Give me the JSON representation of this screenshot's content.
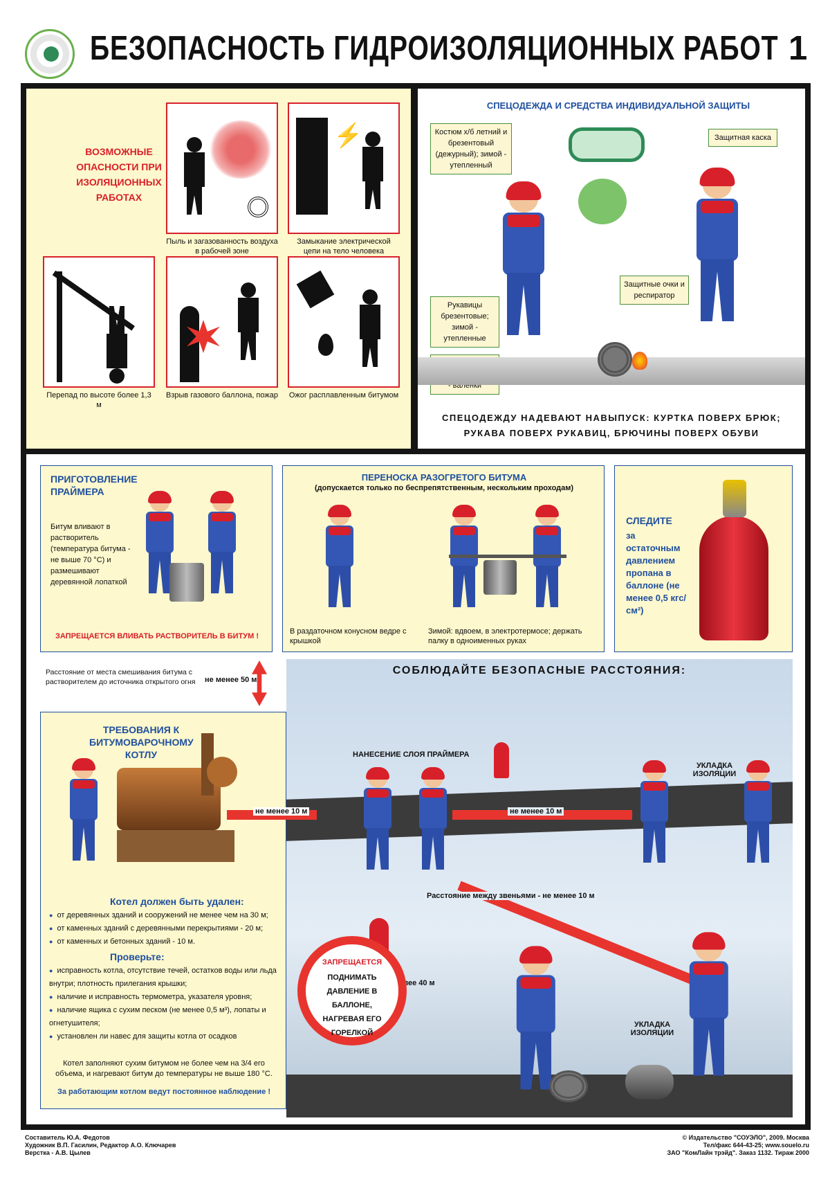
{
  "header": {
    "title": "БЕЗОПАСНОСТЬ ГИДРОИЗОЛЯЦИОННЫХ РАБОТ",
    "page_number": "1",
    "logo_icon": "safety-logo-icon"
  },
  "hazards": {
    "heading": "ВОЗМОЖНЫЕ ОПАСНОСТИ ПРИ ИЗОЛЯЦИОННЫХ РАБОТАХ",
    "items": [
      {
        "caption": "Пыль и загазованность воздуха в рабочей зоне"
      },
      {
        "caption": "Замыкание электрической цепи на тело человека"
      },
      {
        "caption": "Перепад по высоте более 1,3 м"
      },
      {
        "caption": "Взрыв газового баллона, пожар"
      },
      {
        "caption": "Ожог расплавленным битумом"
      }
    ]
  },
  "ppe": {
    "heading": "СПЕЦОДЕЖДА И СРЕДСТВА ИНДИВИДУАЛЬНОЙ ЗАЩИТЫ",
    "labels": {
      "suit": "Костюм х/б летний и брезентовый (дежурный); зимой - утепленный",
      "helmet": "Защитная каска",
      "gloves": "Рукавицы брезентовые; зимой - утепленные",
      "boots": "Сапоги кирзовые; зимой - валенки",
      "goggles": "Защитные очки и респиратор"
    },
    "note_line1": "СПЕЦОДЕЖДУ НАДЕВАЮТ НАВЫПУСК: КУРТКА ПОВЕРХ БРЮК;",
    "note_line2": "РУКАВА ПОВЕРХ РУКАВИЦ, БРЮЧИНЫ ПОВЕРХ ОБУВИ"
  },
  "primer": {
    "heading": "ПРИГОТОВЛЕНИЕ ПРАЙМЕРА",
    "text": "Битум вливают в растворитель (температура битума - не выше 70 °С) и размешивают деревянной лопаткой",
    "warning": "ЗАПРЕЩАЕТСЯ ВЛИВАТЬ РАСТВОРИТЕЛЬ В БИТУМ !"
  },
  "transport": {
    "heading": "ПЕРЕНОСКА РАЗОГРЕТОГО БИТУМА",
    "subheading": "(допускается только по беспрепятственным, нескольким проходам)",
    "caption_left": "В раздаточном конусном ведре с крышкой",
    "caption_right": "Зимой: вдвоем, в электротермосе; держать палку в одноименных руках"
  },
  "pressure": {
    "heading": "СЛЕДИТЕ",
    "text": "за остаточным давлением пропана в баллоне (не менее 0,5 кгс/см²)"
  },
  "distance_note": {
    "text": "Расстояние от места смешивания битума с растворителем до источника открытого огня",
    "value": "не менее 50 м"
  },
  "boiler": {
    "heading": "ТРЕБОВАНИЯ К БИТУМОВАРОЧНОМУ КОТЛУ",
    "remove_heading": "Котел должен быть удален:",
    "remove_items": [
      "от деревянных зданий и сооружений не менее чем на 30 м;",
      "от каменных зданий с деревянными перекрытиями - 20 м;",
      "от каменных и бетонных зданий - 10 м."
    ],
    "check_heading": "Проверьте:",
    "check_items": [
      "исправность котла, отсутствие течей, остатков воды или льда внутри; плотность прилегания крышки;",
      "наличие и исправность термометра, указателя уровня;",
      "наличие ящика с сухим песком (не менее 0,5 м³), лопаты и огнетушителя;",
      "установлен ли навес для защиты котла от осадков"
    ],
    "fill_note": "Котел заполняют сухим битумом не более чем на 3/4 его объема, и нагревают битум до температуры не выше 180 °С.",
    "watch_note": "За работающим котлом ведут постоянное наблюдение !"
  },
  "distances": {
    "heading": "СОБЛЮДАЙТЕ БЕЗОПАСНЫЕ РАССТОЯНИЯ:",
    "primer_label": "НАНЕСЕНИЕ СЛОЯ ПРАЙМЕРА",
    "laying_label": "УКЛАДКА ИЗОЛЯЦИИ",
    "laying_label2": "УКЛАДКА ИЗОЛЯЦИИ",
    "boiler_gap": "не менее 10 м",
    "crew_gap": "не менее 10 м",
    "between_crews": "Расстояние между звеньями - не менее 10 м",
    "hose_length": "Длина шланга не более 40 м",
    "forbidden_title": "ЗАПРЕЩАЕТСЯ",
    "forbidden_text": "ПОДНИМАТЬ ДАВЛЕНИЕ В БАЛЛОНЕ, НАГРЕВАЯ ЕГО ГОРЕЛКОЙ"
  },
  "footer": {
    "left1": "Составитель Ю.А. Федотов",
    "left2": "Художник В.П. Гасилин, Редактор А.О. Ключарев",
    "left3": "Верстка - А.В. Цылев",
    "right1": "© Издательство \"СОУЭЛО\", 2009. Москва",
    "right2": "Тел/факс 644-43-25; www.souelo.ru",
    "right3": "ЗАО \"КомЛайн трэйд\". Заказ 1132. Тираж 2000"
  },
  "colors": {
    "red": "#d8202a",
    "blue": "#1f4f9e",
    "cream": "#fdf8cd",
    "frame": "#151515"
  }
}
